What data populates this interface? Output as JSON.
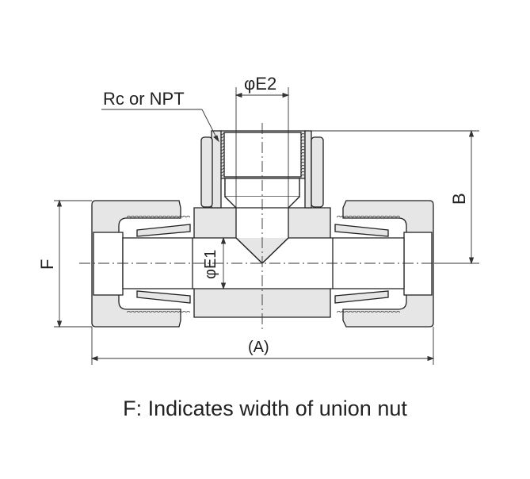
{
  "diagram": {
    "labels": {
      "thread": "Rc or NPT",
      "phi_e2": "φE2",
      "phi_e1": "φE1",
      "b": "B",
      "f": "F",
      "a": "(A)"
    },
    "caption": "F: Indicates width of union nut",
    "colors": {
      "fill": "#e6e6e6",
      "line": "#222222"
    }
  }
}
